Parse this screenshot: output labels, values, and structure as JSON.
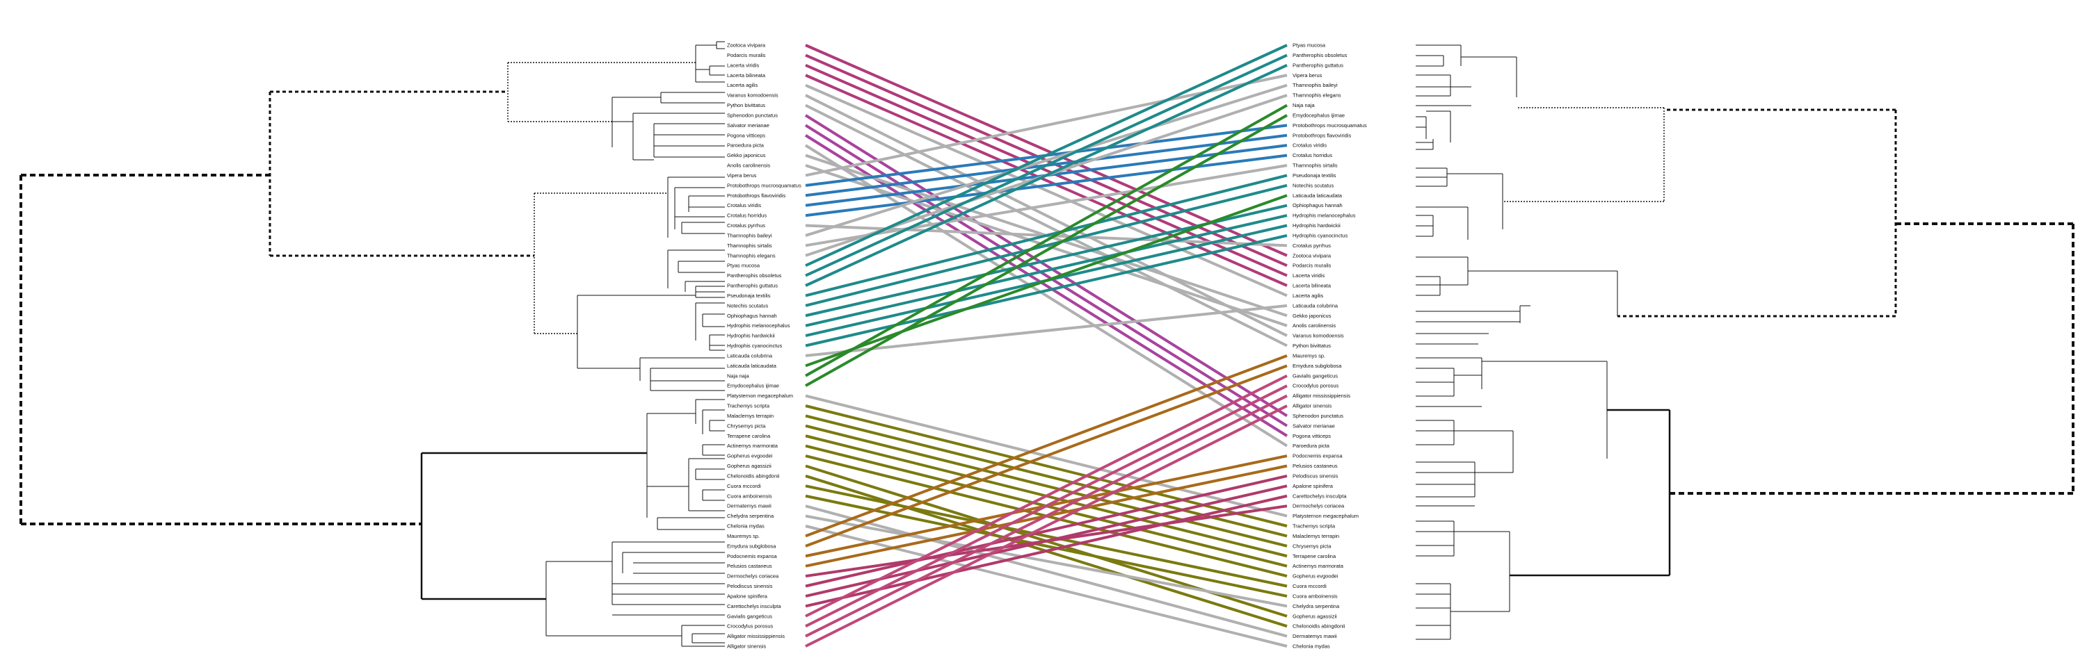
{
  "left_taxa": [
    "Zootoca vivipara",
    "Podarcis muralis",
    "Lacerta viridis",
    "Lacerta bilineata",
    "Lacerta agilis",
    "Varanus komodoensis",
    "Python bivittatus",
    "Sphenodon punctatus",
    "Salvator merianae",
    "Pogona vitticeps",
    "Paroedura picta",
    "Gekko japonicus",
    "Anolis carolinensis",
    "Vipera berus",
    "Protobothrops mucrosquamatus",
    "Protobothrops flavoviridis",
    "Crotalus viridis",
    "Crotalus horridus",
    "Crotalus pyrrhus",
    "Thamnophis baileyi",
    "Thamnophis sirtalis",
    "Thamnophis elegans",
    "Ptyas mucosa",
    "Pantherophis obsoletus",
    "Pantherophis guttatus",
    "Pseudonaja textilis",
    "Notechis scutatus",
    "Ophiophagus hannah",
    "Hydrophis melanocephalus",
    "Hydrophis hardwickii",
    "Hydrophis cyanocinctus",
    "Laticauda colubrina",
    "Laticauda laticaudata",
    "Naja naja",
    "Emydocephalus ijimae",
    "Platysternon megacephalum",
    "Trachemys scripta",
    "Malaclemys terrapin",
    "Chrysemys picta",
    "Terrapene carolina",
    "Actinemys marmorata",
    "Gopherus evgoodei",
    "Gopherus agassizii",
    "Chelonoidis abingdonii",
    "Cuora mccordi",
    "Cuora amboinensis",
    "Dermatemys mawii",
    "Chelydra serpentina",
    "Chelonia mydas",
    "Mauremys sp.",
    "Emydura subglobosa",
    "Podocnemis expansa",
    "Pelusios castaneus",
    "Dermochelys coriacea",
    "Pelodiscus sinensis",
    "Apalone spinifera",
    "Carettochelys insculpta",
    "Gavialis gangeticus",
    "Crocodylus porosus",
    "Alligator mississippiensis",
    "Alligator sinensis"
  ],
  "right_taxa": [
    "Ptyas mucosa",
    "Pantherophis obsoletus",
    "Pantherophis guttatus",
    "Vipera berus",
    "Thamnophis baileyi",
    "Thamnophis elegans",
    "Naja naja",
    "Emydocephalus ijimae",
    "Protobothrops mucrosquamatus",
    "Protobothrops flavoviridis",
    "Crotalus viridis",
    "Crotalus horridus",
    "Thamnophis sirtalis",
    "Pseudonaja textilis",
    "Notechis scutatus",
    "Laticauda laticaudata",
    "Ophiophagus hannah",
    "Hydrophis melanocephalus",
    "Hydrophis hardwickii",
    "Hydrophis cyanocinctus",
    "Crotalus pyrrhus",
    "Zootoca vivipara",
    "Podarcis muralis",
    "Lacerta viridis",
    "Lacerta bilineata",
    "Lacerta agilis",
    "Laticauda colubrina",
    "Gekko japonicus",
    "Anolis carolinensis",
    "Varanus komodoensis",
    "Python bivittatus",
    "Mauremys sp.",
    "Emydura subglobosa",
    "Gavialis gangeticus",
    "Crocodylus porosus",
    "Alligator mississippiensis",
    "Alligator sinensis",
    "Sphenodon punctatus",
    "Salvator merianae",
    "Pogona vitticeps",
    "Paroedura picta",
    "Podocnemis expansa",
    "Pelusios castaneus",
    "Pelodiscus sinensis",
    "Apalone spinifera",
    "Carettochelys insculpta",
    "Dermochelys coriacea",
    "Platysternon megacephalum",
    "Trachemys scripta",
    "Malaclemys terrapin",
    "Chrysemys picta",
    "Terrapene carolina",
    "Actinemys marmorata",
    "Gopherus evgoodei",
    "Cuora mccordi",
    "Cuora amboinensis",
    "Chelydra serpentina",
    "Gopherus agassizii",
    "Chelonoidis abingdonii",
    "Dermatemys mawii",
    "Chelonia mydas"
  ],
  "connections": [
    {
      "from": 0,
      "to": 21,
      "color": "#b03a7a"
    },
    {
      "from": 1,
      "to": 22,
      "color": "#b03a7a"
    },
    {
      "from": 2,
      "to": 23,
      "color": "#b03a7a"
    },
    {
      "from": 3,
      "to": 24,
      "color": "#b03a7a"
    },
    {
      "from": 4,
      "to": 25,
      "color": "#b0b0b0"
    },
    {
      "from": 5,
      "to": 29,
      "color": "#b0b0b0"
    },
    {
      "from": 6,
      "to": 30,
      "color": "#b0b0b0"
    },
    {
      "from": 7,
      "to": 37,
      "color": "#a8439e"
    },
    {
      "from": 8,
      "to": 38,
      "color": "#a8439e"
    },
    {
      "from": 9,
      "to": 39,
      "color": "#a8439e"
    },
    {
      "from": 10,
      "to": 40,
      "color": "#b0b0b0"
    },
    {
      "from": 11,
      "to": 27,
      "color": "#b0b0b0"
    },
    {
      "from": 12,
      "to": 28,
      "color": "#b0b0b0"
    },
    {
      "from": 13,
      "to": 3,
      "color": "#b0b0b0"
    },
    {
      "from": 14,
      "to": 8,
      "color": "#2a7ab8"
    },
    {
      "from": 15,
      "to": 9,
      "color": "#2a7ab8"
    },
    {
      "from": 16,
      "to": 10,
      "color": "#2a7ab8"
    },
    {
      "from": 17,
      "to": 11,
      "color": "#2a7ab8"
    },
    {
      "from": 18,
      "to": 20,
      "color": "#b0b0b0"
    },
    {
      "from": 19,
      "to": 4,
      "color": "#b0b0b0"
    },
    {
      "from": 20,
      "to": 12,
      "color": "#b0b0b0"
    },
    {
      "from": 21,
      "to": 5,
      "color": "#b0b0b0"
    },
    {
      "from": 22,
      "to": 0,
      "color": "#1f8a8a"
    },
    {
      "from": 23,
      "to": 1,
      "color": "#1f8a8a"
    },
    {
      "from": 24,
      "to": 2,
      "color": "#1f8a8a"
    },
    {
      "from": 25,
      "to": 13,
      "color": "#1f8a8a"
    },
    {
      "from": 26,
      "to": 14,
      "color": "#1f8a8a"
    },
    {
      "from": 27,
      "to": 16,
      "color": "#1f8a8a"
    },
    {
      "from": 28,
      "to": 17,
      "color": "#1f8a8a"
    },
    {
      "from": 29,
      "to": 18,
      "color": "#1f8a8a"
    },
    {
      "from": 30,
      "to": 19,
      "color": "#1f8a8a"
    },
    {
      "from": 31,
      "to": 26,
      "color": "#b0b0b0"
    },
    {
      "from": 32,
      "to": 15,
      "color": "#2a8a2a"
    },
    {
      "from": 33,
      "to": 6,
      "color": "#2a8a2a"
    },
    {
      "from": 34,
      "to": 7,
      "color": "#2a8a2a"
    },
    {
      "from": 35,
      "to": 47,
      "color": "#b0b0b0"
    },
    {
      "from": 36,
      "to": 48,
      "color": "#7a7a10"
    },
    {
      "from": 37,
      "to": 49,
      "color": "#7a7a10"
    },
    {
      "from": 38,
      "to": 50,
      "color": "#7a7a10"
    },
    {
      "from": 39,
      "to": 51,
      "color": "#7a7a10"
    },
    {
      "from": 40,
      "to": 52,
      "color": "#7a7a10"
    },
    {
      "from": 41,
      "to": 53,
      "color": "#7a7a10"
    },
    {
      "from": 42,
      "to": 57,
      "color": "#7a7a10"
    },
    {
      "from": 43,
      "to": 58,
      "color": "#7a7a10"
    },
    {
      "from": 44,
      "to": 54,
      "color": "#7a7a10"
    },
    {
      "from": 45,
      "to": 55,
      "color": "#7a7a10"
    },
    {
      "from": 46,
      "to": 59,
      "color": "#b0b0b0"
    },
    {
      "from": 47,
      "to": 56,
      "color": "#b0b0b0"
    },
    {
      "from": 48,
      "to": 60,
      "color": "#b0b0b0"
    },
    {
      "from": 49,
      "to": 31,
      "color": "#a86a1a"
    },
    {
      "from": 50,
      "to": 32,
      "color": "#a86a1a"
    },
    {
      "from": 51,
      "to": 41,
      "color": "#a86a1a"
    },
    {
      "from": 52,
      "to": 42,
      "color": "#a86a1a"
    },
    {
      "from": 53,
      "to": 46,
      "color": "#b03a6a"
    },
    {
      "from": 54,
      "to": 43,
      "color": "#b03a6a"
    },
    {
      "from": 55,
      "to": 44,
      "color": "#b03a6a"
    },
    {
      "from": 56,
      "to": 45,
      "color": "#b03a6a"
    },
    {
      "from": 57,
      "to": 33,
      "color": "#c0487a"
    },
    {
      "from": 58,
      "to": 34,
      "color": "#c0487a"
    },
    {
      "from": 59,
      "to": 35,
      "color": "#c0487a"
    },
    {
      "from": 60,
      "to": 36,
      "color": "#c0487a"
    }
  ]
}
